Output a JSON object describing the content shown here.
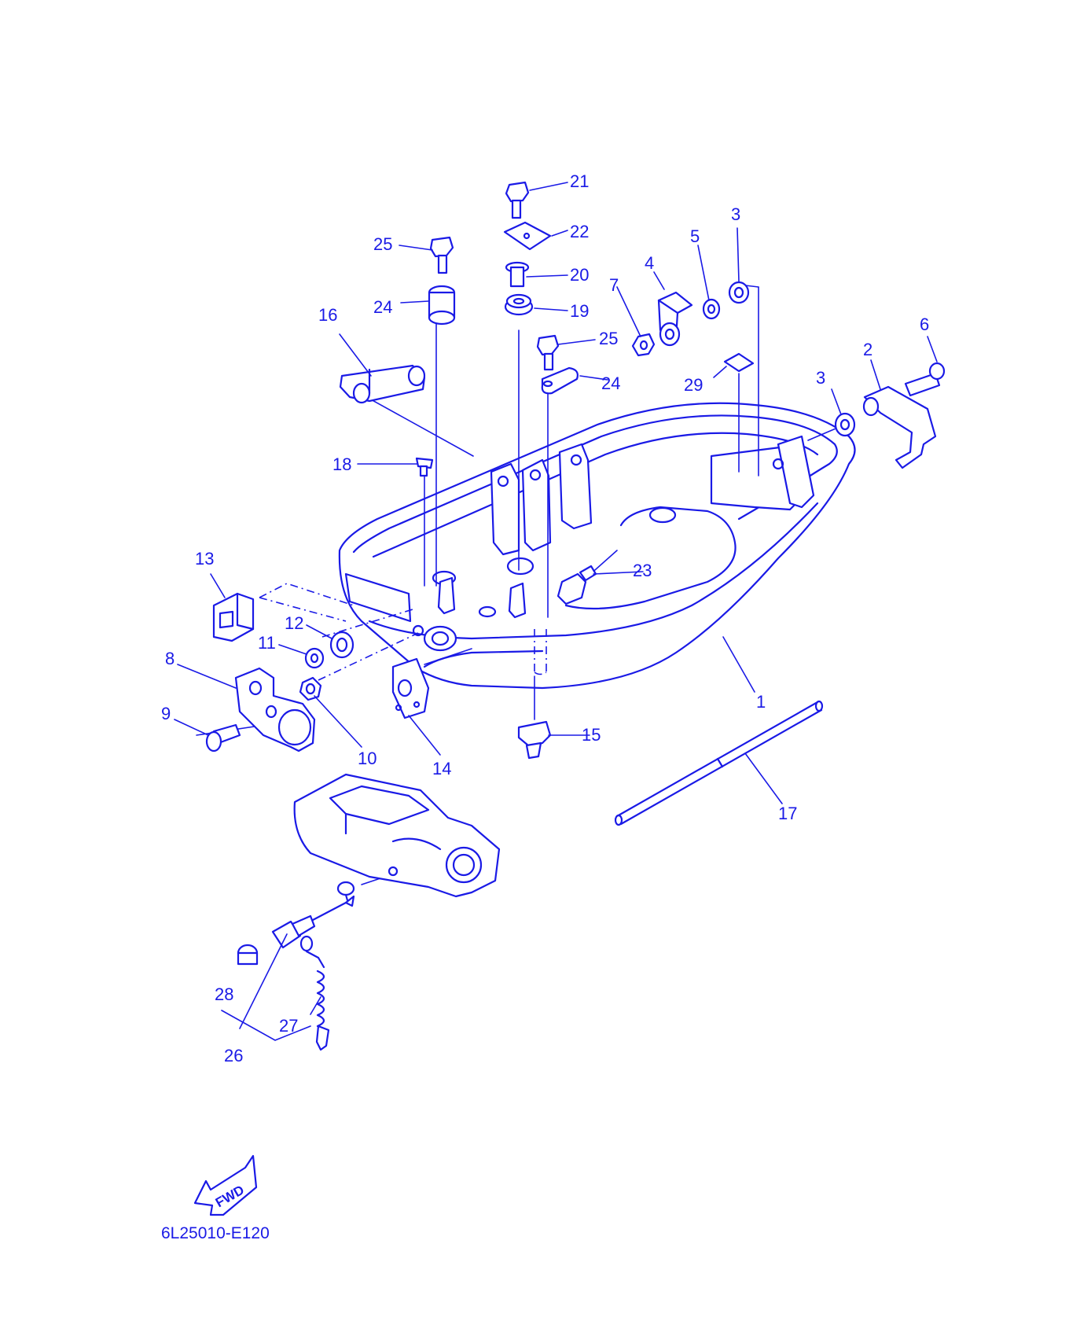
{
  "diagram": {
    "drawing_code": "6L25010-E120",
    "fwd_label": "FWD",
    "accent_color": "#1a1ae6",
    "callouts": [
      {
        "id": "c1",
        "label": "1"
      },
      {
        "id": "c2",
        "label": "2"
      },
      {
        "id": "c3a",
        "label": "3"
      },
      {
        "id": "c3b",
        "label": "3"
      },
      {
        "id": "c4",
        "label": "4"
      },
      {
        "id": "c5",
        "label": "5"
      },
      {
        "id": "c6",
        "label": "6"
      },
      {
        "id": "c7",
        "label": "7"
      },
      {
        "id": "c8",
        "label": "8"
      },
      {
        "id": "c9",
        "label": "9"
      },
      {
        "id": "c10",
        "label": "10"
      },
      {
        "id": "c11",
        "label": "11"
      },
      {
        "id": "c12",
        "label": "12"
      },
      {
        "id": "c13",
        "label": "13"
      },
      {
        "id": "c14",
        "label": "14"
      },
      {
        "id": "c15",
        "label": "15"
      },
      {
        "id": "c16",
        "label": "16"
      },
      {
        "id": "c17",
        "label": "17"
      },
      {
        "id": "c18",
        "label": "18"
      },
      {
        "id": "c19",
        "label": "19"
      },
      {
        "id": "c20",
        "label": "20"
      },
      {
        "id": "c21",
        "label": "21"
      },
      {
        "id": "c22",
        "label": "22"
      },
      {
        "id": "c23",
        "label": "23"
      },
      {
        "id": "c24a",
        "label": "24"
      },
      {
        "id": "c24b",
        "label": "24"
      },
      {
        "id": "c25a",
        "label": "25"
      },
      {
        "id": "c25b",
        "label": "25"
      },
      {
        "id": "c26",
        "label": "26"
      },
      {
        "id": "c27",
        "label": "27"
      },
      {
        "id": "c28",
        "label": "28"
      },
      {
        "id": "c29",
        "label": "29"
      }
    ]
  }
}
